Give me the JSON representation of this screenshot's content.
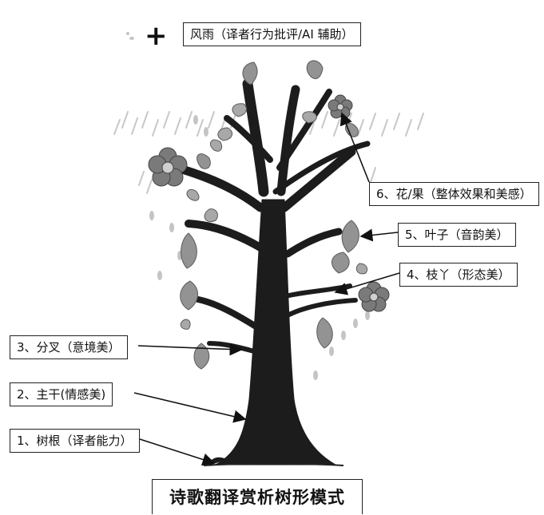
{
  "title": "诗歌翻译赏析树形模式",
  "plus_icon": "+",
  "labels": {
    "wind_rain": "风雨（译者行为批评/AI 辅助）",
    "flower_fruit": "6、花/果（整体效果和美感）",
    "leaves": "5、叶子（音韵美）",
    "twigs": "4、枝丫（形态美）",
    "forks": "3、分叉（意境美）",
    "trunk": "2、主干(情感美)",
    "roots": "1、树根（译者能力）"
  },
  "colors": {
    "trunk": "#1c1c1c",
    "leaf": "#8f8f8f",
    "leaf_light": "#b5b5b5",
    "flower": "#7a7a7a",
    "rain": "#c4c4c4"
  }
}
